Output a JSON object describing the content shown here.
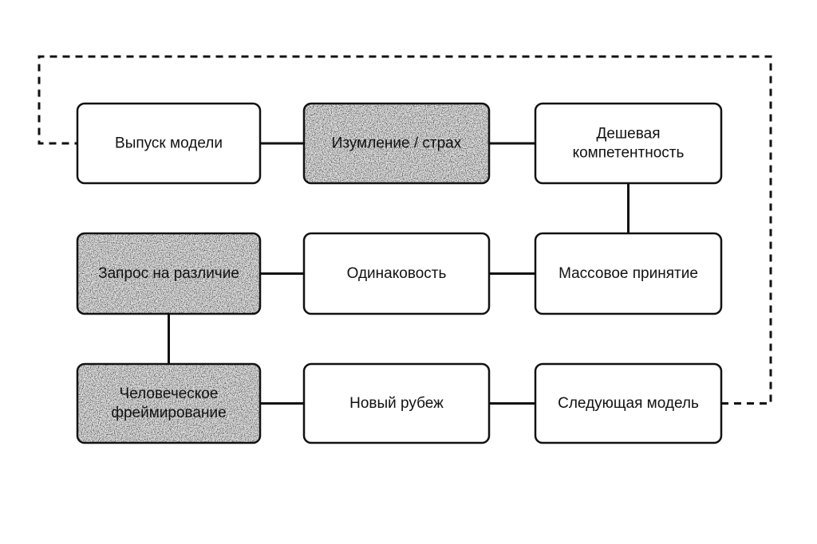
{
  "diagram": {
    "colors": {
      "stroke": "#111111",
      "background": "#ffffff",
      "plain_fill": "#ffffff",
      "shaded_fill": "#e6e6e6",
      "stipple": "#9a9a9a"
    },
    "nodes": [
      {
        "id": "model-release",
        "lines": [
          "Выпуск модели"
        ],
        "shaded": false
      },
      {
        "id": "amazement-fear",
        "lines": [
          "Изумление / страх"
        ],
        "shaded": true
      },
      {
        "id": "cheap-competence",
        "lines": [
          "Дешевая",
          "компетентность"
        ],
        "shaded": false
      },
      {
        "id": "demand-difference",
        "lines": [
          "Запрос на различие"
        ],
        "shaded": true
      },
      {
        "id": "sameness",
        "lines": [
          "Одинаковость"
        ],
        "shaded": false
      },
      {
        "id": "mass-adoption",
        "lines": [
          "Массовое принятие"
        ],
        "shaded": false
      },
      {
        "id": "human-framing",
        "lines": [
          "Человеческое",
          "фреймирование"
        ],
        "shaded": true
      },
      {
        "id": "new-frontier",
        "lines": [
          "Новый рубеж"
        ],
        "shaded": false
      },
      {
        "id": "next-model",
        "lines": [
          "Следующая модель"
        ],
        "shaded": false
      }
    ],
    "edges": [
      {
        "from": "model-release",
        "to": "amazement-fear",
        "style": "solid"
      },
      {
        "from": "amazement-fear",
        "to": "cheap-competence",
        "style": "solid"
      },
      {
        "from": "cheap-competence",
        "to": "mass-adoption",
        "style": "solid"
      },
      {
        "from": "mass-adoption",
        "to": "sameness",
        "style": "solid"
      },
      {
        "from": "sameness",
        "to": "demand-difference",
        "style": "solid"
      },
      {
        "from": "demand-difference",
        "to": "human-framing",
        "style": "solid"
      },
      {
        "from": "human-framing",
        "to": "new-frontier",
        "style": "solid"
      },
      {
        "from": "new-frontier",
        "to": "next-model",
        "style": "solid"
      },
      {
        "from": "next-model",
        "to": "model-release",
        "style": "dashed"
      }
    ]
  }
}
